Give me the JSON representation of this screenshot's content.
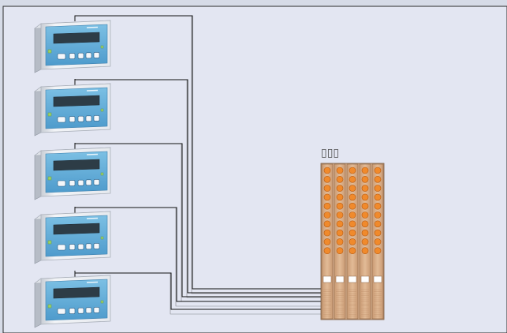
{
  "diagram": {
    "background_color": "#e3e6f2",
    "frame_color": "#2b2b2b",
    "wire_color": "#111111",
    "terminal_label": "▯▯▯",
    "meters": [
      {
        "id": "meter-1"
      },
      {
        "id": "meter-2"
      },
      {
        "id": "meter-3"
      },
      {
        "id": "meter-4"
      },
      {
        "id": "meter-5"
      }
    ],
    "terminal_block": {
      "columns": 5,
      "dots_per_column": 10,
      "module_color": "#d9b08d",
      "dot_color": "#f08a2c"
    }
  }
}
